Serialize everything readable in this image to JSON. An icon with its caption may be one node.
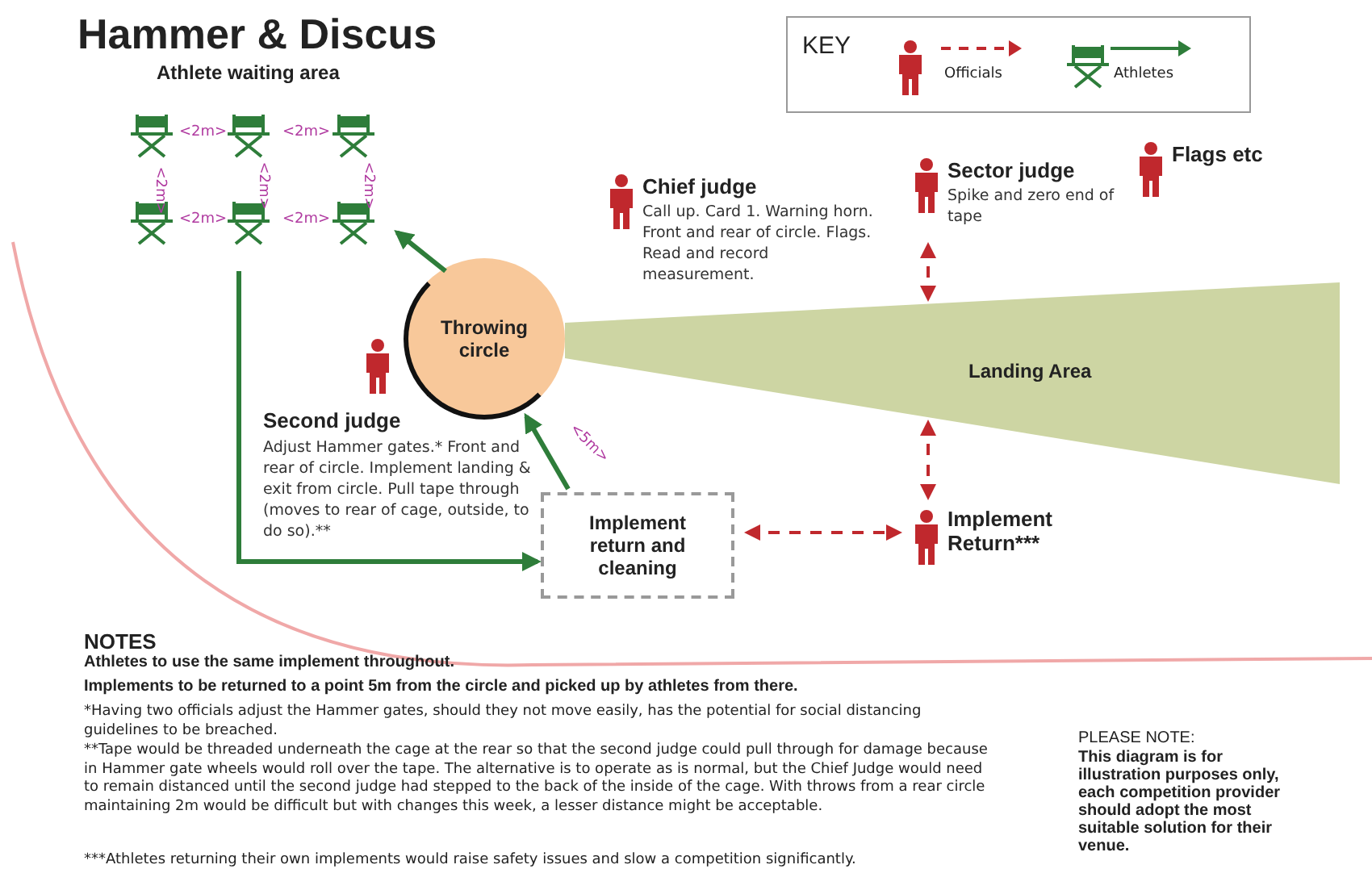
{
  "diagram": {
    "title": "Hammer & Discus",
    "nodes": [
      {
        "text": [
          "Athlete waiting area"
        ]
      },
      {
        "text": [],
        "shape": "picture",
        "in": 0
      },
      {
        "text": [],
        "shape": "picture",
        "in": 0
      },
      {
        "text": [],
        "shape": "picture",
        "in": 0
      },
      {
        "text": [],
        "shape": "picture",
        "in": 0
      },
      {
        "text": [],
        "shape": "picture",
        "in": 0
      },
      {
        "text": [],
        "shape": "picture",
        "in": 0
      },
      {
        "text": [
          "Chief judge",
          "Call up. Card 1. Warning horn. Front and rear of circle. Flags. Read and record measurement."
        ]
      },
      {
        "text": [
          "Sector judge",
          "Spike and zero end of tape"
        ]
      },
      {
        "text": [
          "Flags etc"
        ]
      },
      {
        "text": [
          "Throwing circle"
        ]
      },
      {
        "text": [
          "Landing Area"
        ]
      },
      {
        "text": [
          "Second judge",
          "Adjust Hammer gates.* Front and rear of circle. Implement landing & exit from circle. Pull tape through (moves to rear of cage, outside, to do so).**"
        ]
      },
      {
        "text": [
          "Implement return and cleaning"
        ]
      },
      {
        "text": [
          "Implement Return***"
        ]
      }
    ],
    "edges": [
      {
        "from": 0,
        "to": 13,
        "arrow": "to",
        "color": "#2e7d3a"
      },
      {
        "from": 10,
        "to": 0,
        "arrow": "to",
        "color": "#2e7d3a"
      },
      {
        "from": 13,
        "to": 10,
        "arrow": "to",
        "label": "<5m>",
        "color": "#2e7d3a"
      },
      {
        "from": 13,
        "to": 14,
        "arrow": "both",
        "style": "dashed",
        "color": "#c0282d"
      },
      {
        "from": 8,
        "to": 11,
        "arrow": "both",
        "style": "dashed",
        "color": "#c0282d"
      },
      {
        "from": 11,
        "to": 14,
        "arrow": "both",
        "style": "dashed",
        "color": "#c0282d"
      }
    ],
    "labels": [
      "<2m>",
      "<2m>",
      "<2m>",
      "<2m>",
      "<2m>",
      "<2m>",
      "<2m>",
      "KEY",
      "NOTES",
      "Athletes to use the same implement throughout.",
      "Implements to be returned to a point 5m from the circle and picked up by athletes from there.",
      "*Having two officials adjust the Hammer gates, should they not move easily, has the potential for social distancing guidelines to be breached.",
      "**Tape would be threaded underneath the cage at the rear so that the second judge could pull through for damage because in Hammer gate wheels would roll over the tape. The alternative is to operate as is normal, but the Chief Judge would need to remain distanced until the second judge had stepped to the back of the inside of the cage. With throws from a rear circle maintaining 2m would be difficult but with changes this week, a lesser distance might be acceptable.",
      "***Athletes returning their own implements would raise safety issues and slow a competition significantly.",
      "PLEASE NOTE:",
      "This diagram is for illustration purposes only, each competition provider should adopt the most suitable solution for their venue."
    ],
    "legend": [
      {
        "text": "Officials"
      },
      {
        "text": "Athletes"
      }
    ]
  }
}
